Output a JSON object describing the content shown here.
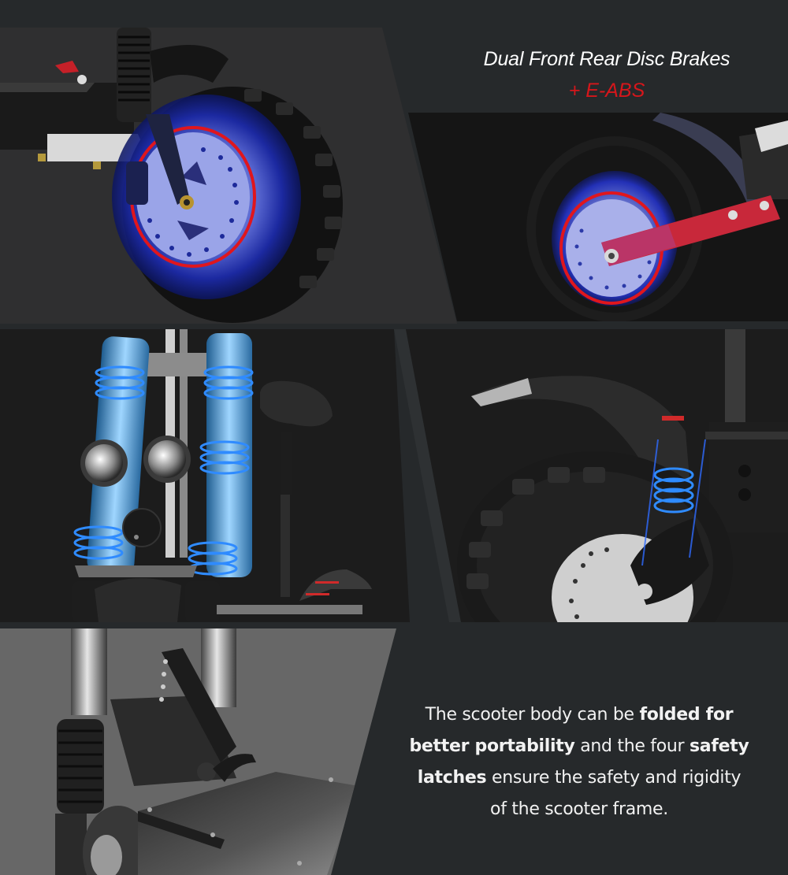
{
  "headline": {
    "title": "Dual Front Rear Disc Brakes",
    "subtitle": "+ E-ABS"
  },
  "description": {
    "segments": [
      {
        "text": "The scooter body can be ",
        "bold": false
      },
      {
        "text": "folded for better portability",
        "bold": true
      },
      {
        "text": " and the ",
        "bold": false
      },
      {
        "text": "four safety latches",
        "bold": true
      },
      {
        "text": " ensure the safety and rigidity of the scooter frame.",
        "bold": false
      }
    ],
    "line1_a": "The scooter body can be ",
    "line1_b": "folded for",
    "line2_a": "better portability",
    "line2_b": " and the four ",
    "line2_c": "safety",
    "line3_a": "latches",
    "line3_b": " ensure the safety and rigidity",
    "line4": "of the scooter frame."
  },
  "panels": [
    {
      "id": "front-disc-brake",
      "subject": "front wheel with highlighted disc brake"
    },
    {
      "id": "rear-disc-brake",
      "subject": "rear wheel with highlighted disc brake"
    },
    {
      "id": "front-suspension",
      "subject": "dual front fork suspension and headlights"
    },
    {
      "id": "rear-suspension",
      "subject": "rear shock absorber"
    },
    {
      "id": "folding-mechanism",
      "subject": "folding latch mechanism"
    }
  ],
  "colors": {
    "background": "#26292b",
    "accent_red": "#d6161b",
    "glow_blue": "#1e6fff",
    "text_white": "#ffffff"
  }
}
